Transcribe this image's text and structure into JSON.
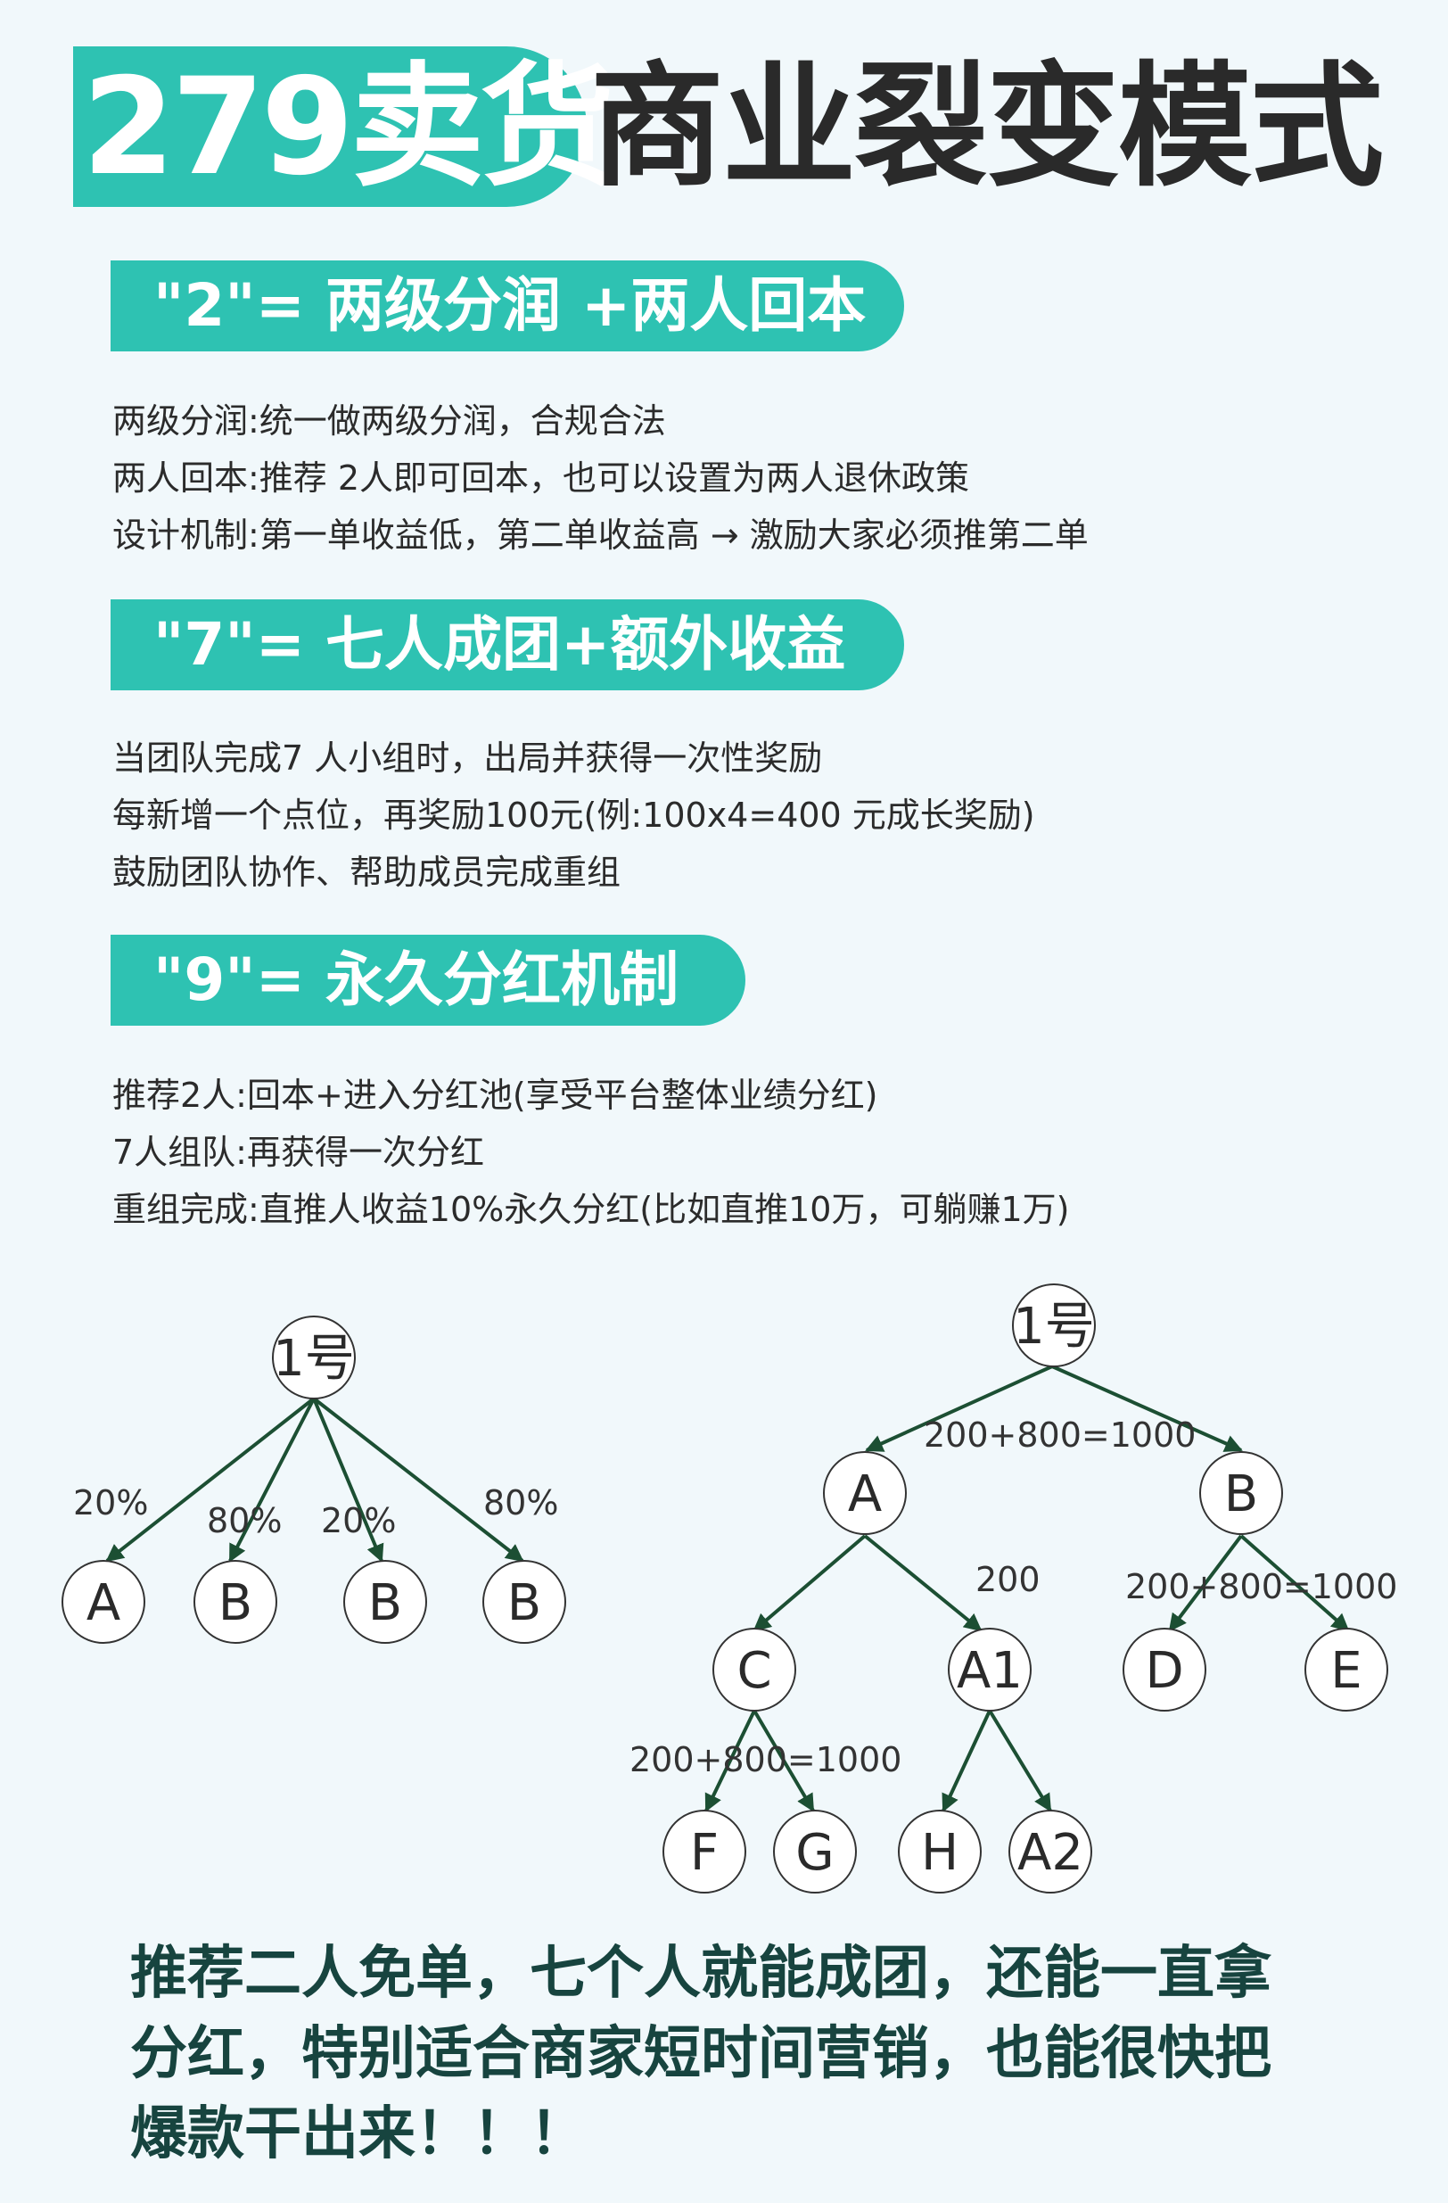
{
  "title": {
    "number_part": "279卖货",
    "rest": "商业裂变模式"
  },
  "sections": [
    {
      "heading": "\"2\"= 两级分润 +两人回本",
      "lines": [
        "两级分润:统一做两级分润，合规合法",
        "两人回本:推荐 2人即可回本，也可以设置为两人退休政策",
        "设计机制:第一单收益低，第二单收益高 → 激励大家必须推第二单"
      ]
    },
    {
      "heading": "\"7\"= 七人成团+额外收益",
      "lines": [
        "当团队完成7 人小组时，出局并获得一次性奖励",
        "每新增一个点位，再奖励100元(例:100x4=400 元成长奖励)",
        "鼓励团队协作、帮助成员完成重组"
      ]
    },
    {
      "heading": "\"9\"= 永久分红机制",
      "lines": [
        "推荐2人:回本+进入分红池(享受平台整体业绩分红)",
        "7人组队:再获得一次分红",
        "重组完成:直推人收益10%永久分红(比如直推10万，可躺赚1万)"
      ]
    }
  ],
  "tree_left": {
    "root": "1号",
    "children": [
      "A",
      "B",
      "B",
      "B"
    ],
    "edge_labels": [
      "20%",
      "80%",
      "20%",
      "80%"
    ]
  },
  "tree_right": {
    "root": "1号",
    "level1": [
      "A",
      "B"
    ],
    "level2": [
      "C",
      "A1",
      "D",
      "E"
    ],
    "level3": [
      "F",
      "G",
      "H",
      "A2"
    ],
    "labels": {
      "root_children": "200+800=1000",
      "a_to_a1": "200",
      "b_children": "200+800=1000",
      "c_children": "200+800=1000"
    }
  },
  "footer": [
    "推荐二人免单，七个人就能成团，还能一直拿",
    "分红，特别适合商家短时间营销，也能很快把",
    "爆款干出来！！！"
  ],
  "colors": {
    "accent": "#2ec2b2",
    "background": "#f1f8fb",
    "arrow": "#1c4f33",
    "footer_text": "#17443f"
  }
}
